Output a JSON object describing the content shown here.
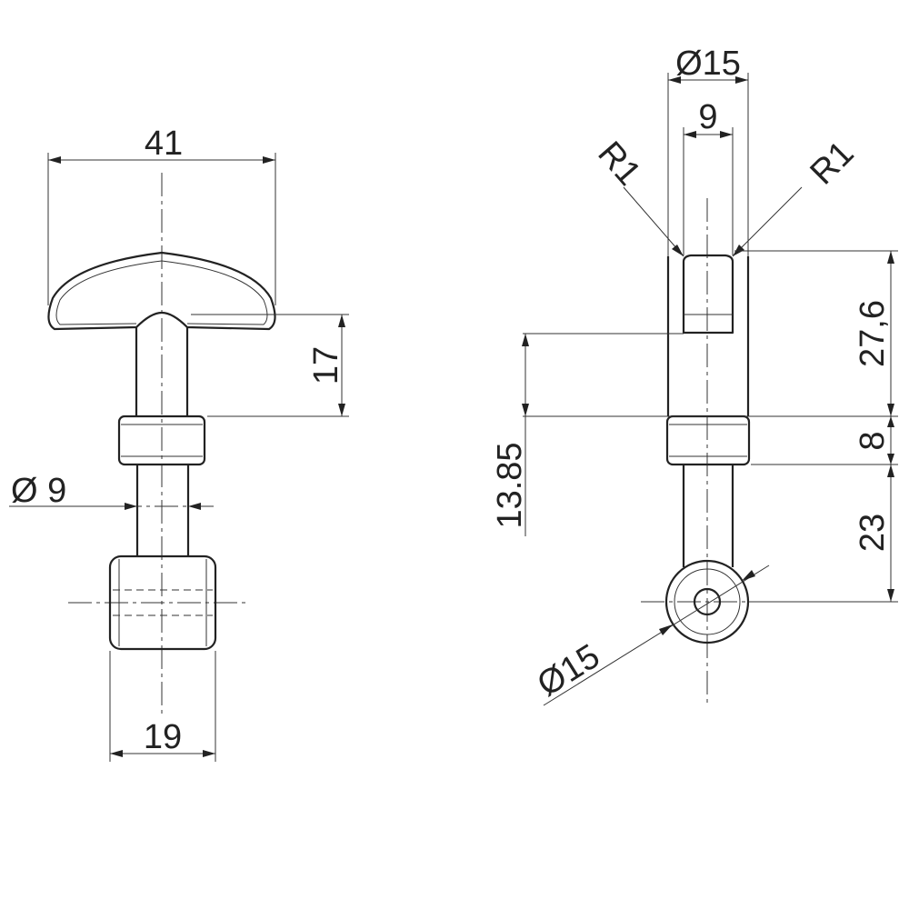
{
  "dimensions": {
    "head_width": "41",
    "head_height": "17",
    "shank_dia": "Ø 9",
    "barrel_width": "19",
    "top_dia": "Ø15",
    "tip_dia": "9",
    "radius_left": "R1",
    "radius_right": "R1",
    "tip_length": "27,6",
    "collar_height": "8",
    "lower_length": "23",
    "side_offset": "13.85",
    "eye_dia": "Ø15"
  }
}
